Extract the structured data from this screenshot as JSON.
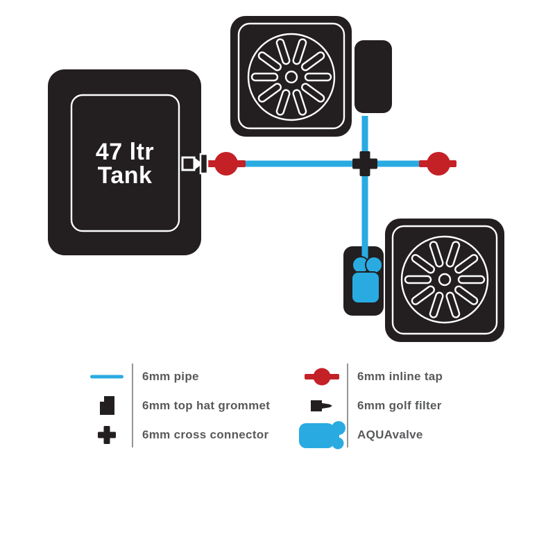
{
  "colors": {
    "black": "#231F20",
    "pipe_blue": "#29ABE2",
    "tap_red": "#C42127",
    "label_gray": "#58595B",
    "divider_gray": "#939598",
    "white": "#FFFFFF"
  },
  "diagram": {
    "tank": {
      "label_line1": "47 ltr",
      "label_line2": "Tank"
    }
  },
  "legend": {
    "left": [
      {
        "icon": "pipe-icon",
        "label": "6mm pipe"
      },
      {
        "icon": "top-hat-grommet-icon",
        "label": "6mm top hat grommet"
      },
      {
        "icon": "cross-connector-icon",
        "label": "6mm cross connector"
      }
    ],
    "right": [
      {
        "icon": "inline-tap-icon",
        "label": "6mm inline tap"
      },
      {
        "icon": "golf-filter-icon",
        "label": "6mm golf filter"
      },
      {
        "icon": "aquavalve-icon",
        "label": "AQUAvalve"
      }
    ]
  }
}
